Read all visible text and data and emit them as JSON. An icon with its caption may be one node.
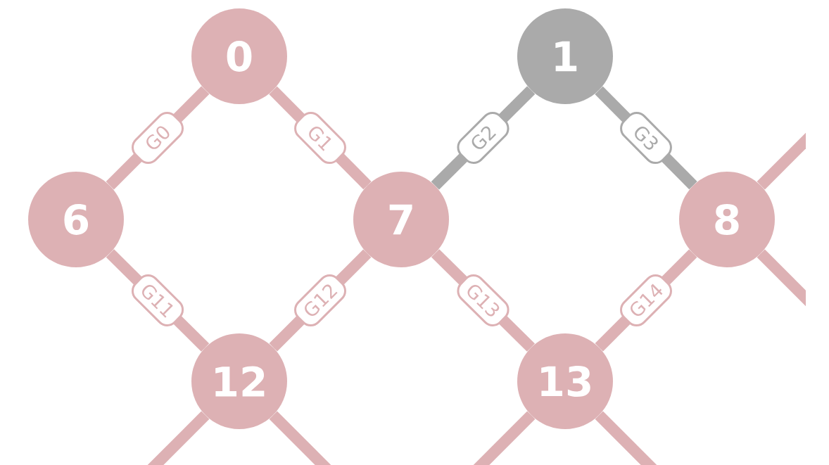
{
  "diagram": {
    "nodes": [
      {
        "text": [
          "0"
        ]
      },
      {
        "text": [
          "1"
        ]
      },
      {
        "text": [
          "6"
        ]
      },
      {
        "text": [
          "7"
        ]
      },
      {
        "text": [
          "8"
        ]
      },
      {
        "text": [
          "12"
        ]
      },
      {
        "text": [
          "13"
        ]
      }
    ],
    "edges": [
      {
        "from": 0,
        "to": 2,
        "arrow": "none",
        "label": "G0"
      },
      {
        "from": 0,
        "to": 3,
        "arrow": "none",
        "label": "G1"
      },
      {
        "from": 1,
        "to": 3,
        "arrow": "none",
        "label": "G2",
        "color": "#aaaaaa"
      },
      {
        "from": 1,
        "to": 4,
        "arrow": "none",
        "label": "G3",
        "color": "#aaaaaa"
      },
      {
        "from": 2,
        "to": 5,
        "arrow": "none",
        "label": "G11"
      },
      {
        "from": 3,
        "to": 5,
        "arrow": "none",
        "label": "G12"
      },
      {
        "from": 3,
        "to": 6,
        "arrow": "none",
        "label": "G13"
      },
      {
        "from": 4,
        "to": 6,
        "arrow": "none",
        "label": "G14"
      },
      {
        "from": 4,
        "to": null,
        "arrow": "none"
      },
      {
        "from": 4,
        "to": null,
        "arrow": "none"
      },
      {
        "from": 5,
        "to": null,
        "arrow": "none"
      },
      {
        "from": 5,
        "to": null,
        "arrow": "none"
      },
      {
        "from": 6,
        "to": null,
        "arrow": "none"
      },
      {
        "from": 6,
        "to": null,
        "arrow": "none"
      }
    ]
  }
}
